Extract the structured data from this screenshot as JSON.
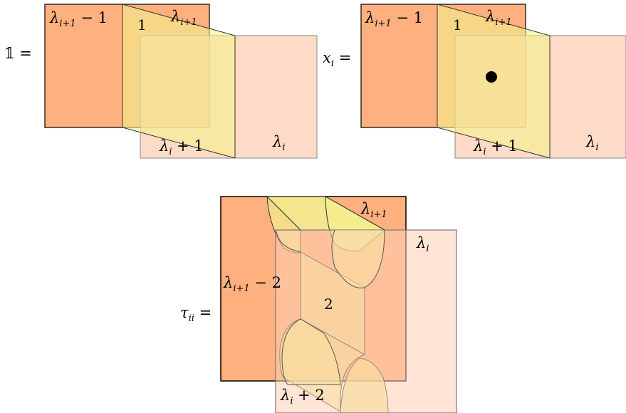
{
  "colors": {
    "back_sheet": "#FFB07E",
    "front_sheet": "#FDCFB3",
    "middle_sheet": "#F2F08E",
    "stroke": "#000000"
  },
  "panel_one": {
    "lhs": "𝟙 =",
    "back_label": "λ",
    "back_sub": "i+1",
    "back_tail": " − 1",
    "top_label": "λ",
    "top_sub": "i+1",
    "middle_label": "1",
    "bottom_label": "λ",
    "bottom_sub": "i",
    "bottom_tail": " + 1",
    "right_label": "λ",
    "right_sub": "i"
  },
  "panel_x": {
    "lhs": "x",
    "lhs_sub": "i",
    "lhs_eq": " =",
    "back_label": "λ",
    "back_sub": "i+1",
    "back_tail": " − 1",
    "top_label": "λ",
    "top_sub": "i+1",
    "middle_label": "1",
    "bottom_label": "λ",
    "bottom_sub": "i",
    "bottom_tail": " + 1",
    "right_label": "λ",
    "right_sub": "i",
    "dot_icon": "dot-icon"
  },
  "panel_tau": {
    "lhs": "τ",
    "lhs_sub": "ii",
    "lhs_eq": " =",
    "back_label": "λ",
    "back_sub": "i+1",
    "back_tail": " − 2",
    "top_label": "λ",
    "top_sub": "i+1",
    "right_label": "λ",
    "right_sub": "i",
    "middle_label": "2",
    "bottom_label": "λ",
    "bottom_sub": "i",
    "bottom_tail": " + 2"
  }
}
